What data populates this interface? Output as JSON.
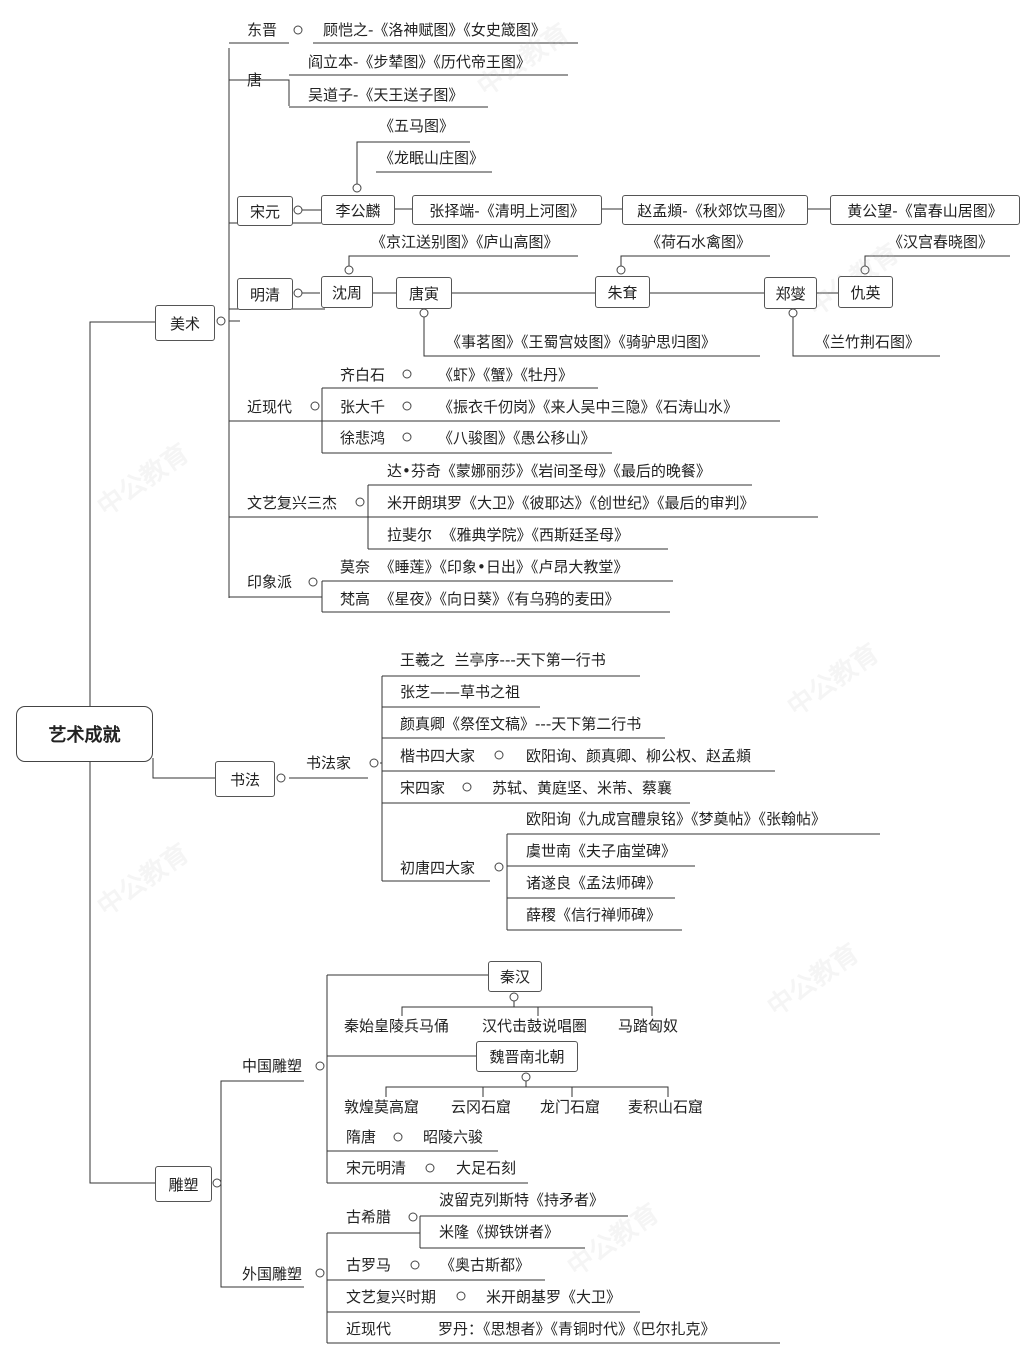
{
  "root": "艺术成就",
  "watermark": "中公教育",
  "fine_art": {
    "label": "美术",
    "dongjin": {
      "label": "东晋",
      "text": "顾恺之-《洛神赋图》《女史箴图》"
    },
    "tang": {
      "label": "唐",
      "items": [
        "阎立本-《步辇图》《历代帝王图》",
        "吴道子-《天王送子图》"
      ]
    },
    "songyuan": {
      "label": "宋元",
      "li_gonglin": "李公麟",
      "li_works": [
        "《五马图》",
        "《龙眠山庄图》"
      ],
      "zhang_zeduan": "张择端-《清明上河图》",
      "zhao_mengfu": "赵孟頫-《秋郊饮马图》",
      "huang_gongwang": "黄公望-《富春山居图》"
    },
    "mingqing": {
      "label": "明清",
      "shen_zhou": "沈周",
      "shen_works": "《京江送别图》《庐山高图》",
      "tang_yin": "唐寅",
      "tang_works": "《事茗图》《王蜀宫妓图》《骑驴思归图》",
      "zhu_da": "朱耷",
      "zhu_works": "《荷石水禽图》",
      "zheng_xie": "郑燮",
      "zheng_works": "《兰竹荆石图》",
      "qiu_ying": "仇英",
      "qiu_works": "《汉宫春晓图》"
    },
    "modern": {
      "label": "近现代",
      "rows": [
        {
          "name": "齐白石",
          "works": "《虾》《蟹》《牡丹》"
        },
        {
          "name": "张大千",
          "works": "《振衣千仞岗》《来人吴中三隐》《石涛山水》"
        },
        {
          "name": "徐悲鸿",
          "works": "《八骏图》《愚公移山》"
        }
      ]
    },
    "renaissance": {
      "label": "文艺复兴三杰",
      "rows": [
        "达•芬奇《蒙娜丽莎》《岩间圣母》《最后的晚餐》",
        "米开朗琪罗《大卫》《彼耶达》《创世纪》《最后的审判》",
        "拉斐尔  《雅典学院》《西斯廷圣母》"
      ]
    },
    "impressionism": {
      "label": "印象派",
      "rows": [
        "莫奈  《睡莲》《印象•日出》《卢昂大教堂》",
        "梵高  《星夜》《向日葵》《有乌鸦的麦田》"
      ]
    }
  },
  "calligraphy": {
    "label": "书法",
    "sub": "书法家",
    "rows": [
      "王羲之  兰亭序---天下第一行书",
      "张芝——草书之祖",
      "颜真卿《祭侄文稿》---天下第二行书"
    ],
    "kaishu": {
      "label": "楷书四大家",
      "text": "欧阳询、颜真卿、柳公权、赵孟頫"
    },
    "song4": {
      "label": "宋四家",
      "text": "苏轼、黄庭坚、米芾、蔡襄"
    },
    "early_tang": {
      "label": "初唐四大家",
      "rows": [
        "欧阳询《九成宫醴泉铭》《梦奠帖》《张翰帖》",
        "虞世南《夫子庙堂碑》",
        "诸遂良《孟法师碑》",
        "薛稷《信行禅师碑》"
      ]
    }
  },
  "sculpture": {
    "label": "雕塑",
    "china": {
      "label": "中国雕塑",
      "qinhan": {
        "label": "秦汉",
        "items": [
          "秦始皇陵兵马俑",
          "汉代击鼓说唱圏",
          "马踏匈奴"
        ]
      },
      "weijin": {
        "label": "魏晋南北朝",
        "items": [
          "敦煌莫高窟",
          "云冈石窟",
          "龙门石窟",
          "麦积山石窟"
        ]
      },
      "suitang": {
        "label": "隋唐",
        "text": "昭陵六骏"
      },
      "songyuan": {
        "label": "宋元明清",
        "text": "大足石刻"
      }
    },
    "foreign": {
      "label": "外国雕塑",
      "greece": {
        "label": "古希腊",
        "items": [
          "波留克列斯特《持矛者》",
          "米隆《掷铁饼者》"
        ]
      },
      "rome": {
        "label": "古罗马",
        "text": "《奥古斯都》"
      },
      "renaissance": {
        "label": "文艺复兴时期",
        "text": "米开朗基罗《大卫》"
      },
      "modern": {
        "label": "近现代",
        "text": "罗丹：《思想者》《青铜时代》《巴尔扎克》"
      }
    }
  }
}
